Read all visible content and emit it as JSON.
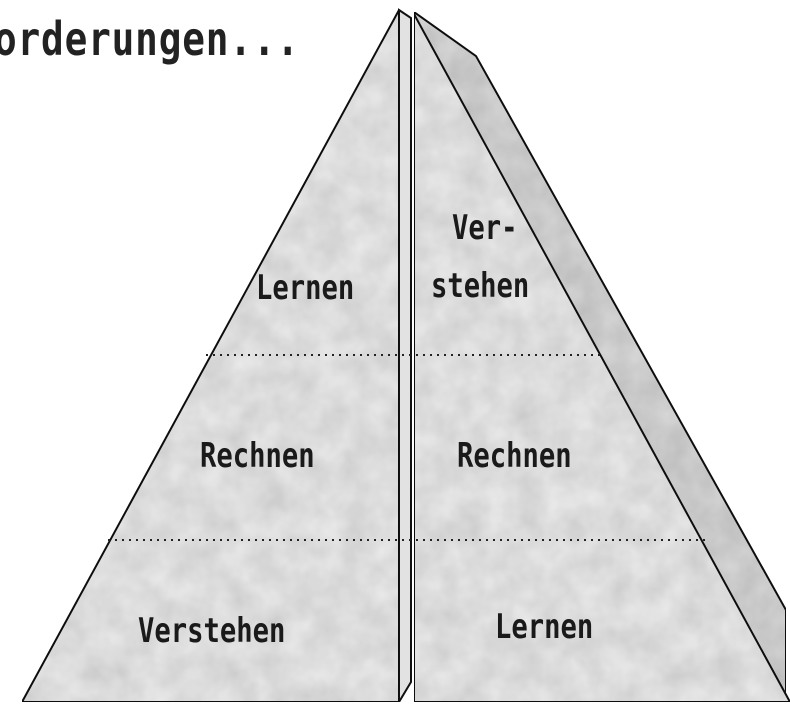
{
  "title": "orderungen...",
  "left_pyramid": {
    "top_label": "Lernen",
    "middle_label": "Rechnen",
    "bottom_label": "Verstehen"
  },
  "right_pyramid": {
    "top_label_line1": "Ver-",
    "top_label_line2": "stehen",
    "middle_label": "Rechnen",
    "bottom_label": "Lernen"
  },
  "colors": {
    "fill": "#ececec",
    "side_fill": "#d6d6d6",
    "outline": "#111111",
    "divider": "#222222"
  }
}
